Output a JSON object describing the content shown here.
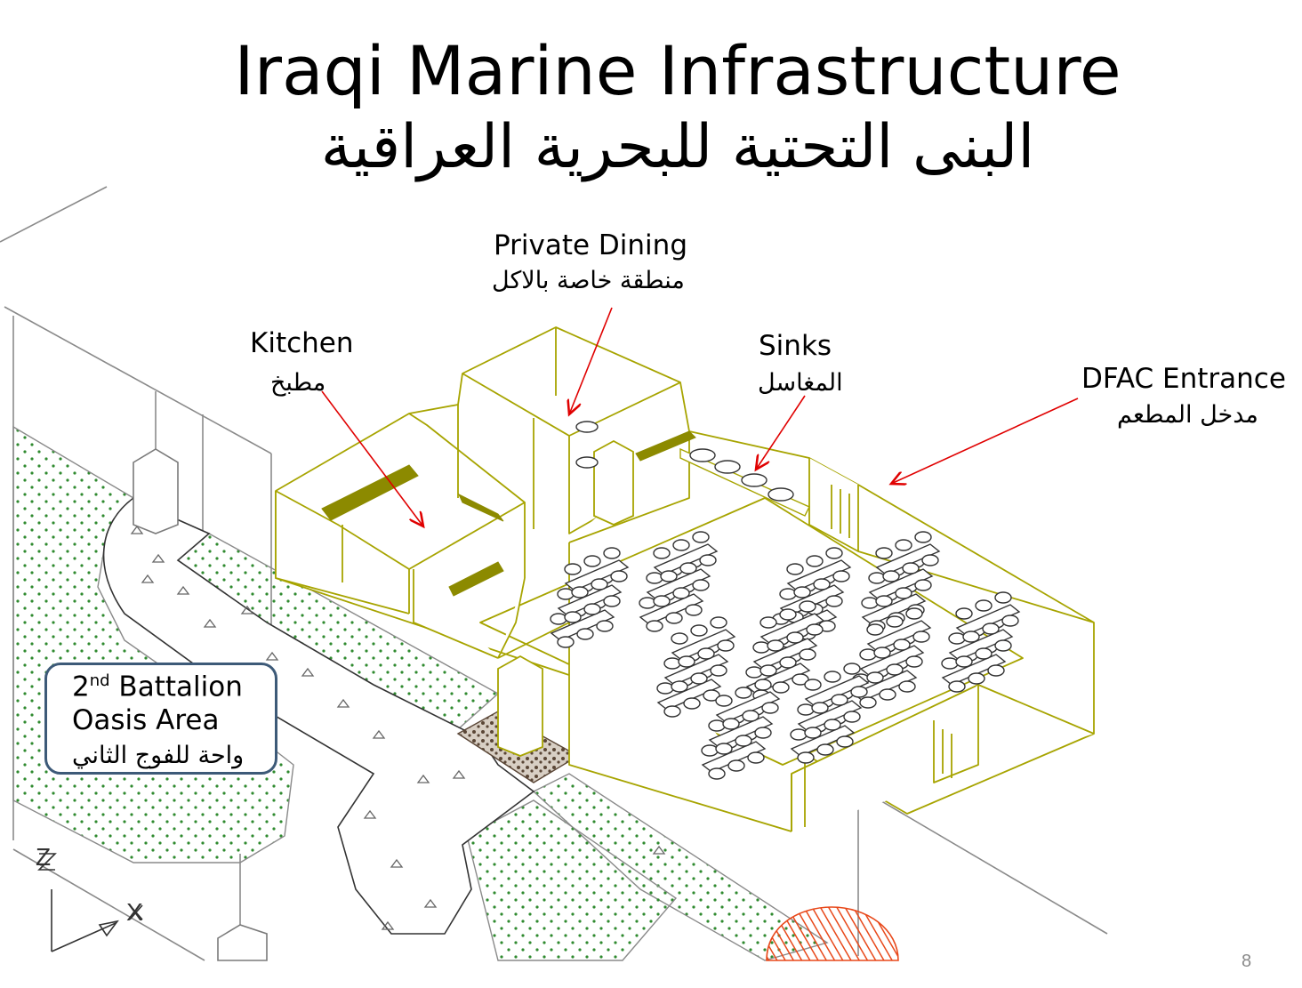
{
  "title": {
    "english": "Iraqi Marine Infrastructure",
    "arabic": "البنى التحتية للبحرية العراقية"
  },
  "labels": {
    "private_dining": {
      "english": "Private Dining",
      "arabic": "منطقة خاصة بالاكل"
    },
    "kitchen": {
      "english": "Kitchen",
      "arabic": "مطبخ"
    },
    "sinks": {
      "english": "Sinks",
      "arabic": "المغاسل"
    },
    "dfac_entrance": {
      "english": "DFAC Entrance",
      "arabic": "مدخل المطعم"
    },
    "oasis": {
      "ordinal": "2",
      "ordinal_suffix": "nd",
      "line1_rest": " Battalion",
      "line2": "Oasis Area",
      "arabic": "واحة للفوج الثاني"
    }
  },
  "axes": {
    "z": "Z",
    "x": "X"
  },
  "slide_number": "8",
  "colors": {
    "wall": "#a7a400",
    "counter": "#8c8a00",
    "grass": "#2f8a2f",
    "arrow": "#e00000",
    "hatch": "#e8481a",
    "gravel": "#5a4636",
    "box_border": "#3d5a78"
  }
}
